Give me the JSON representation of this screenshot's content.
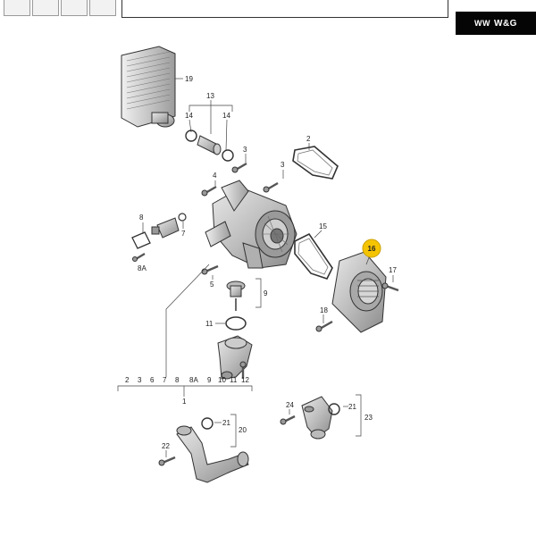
{
  "brand": {
    "mark": "WW",
    "name": "W&G"
  },
  "highlight": {
    "label": "16",
    "color": "#f5c400"
  },
  "labels": {
    "l19": "19",
    "l13": "13",
    "l14a": "14",
    "l14b": "14",
    "l2": "2",
    "l3a": "3",
    "l3b": "3",
    "l4": "4",
    "l8": "8",
    "l7": "7",
    "l8a": "8A",
    "l15": "15",
    "l17": "17",
    "l18": "18",
    "l5": "5",
    "l9": "9",
    "l10": "10",
    "l11": "11",
    "l12": "12",
    "l24": "24",
    "l21a": "21",
    "l21b": "21",
    "l23": "23",
    "l20": "20",
    "l22": "22",
    "l1": "1"
  },
  "assembly_row": [
    "2",
    "3",
    "6",
    "7",
    "8",
    "8A",
    "9",
    "10",
    "11",
    "12"
  ]
}
